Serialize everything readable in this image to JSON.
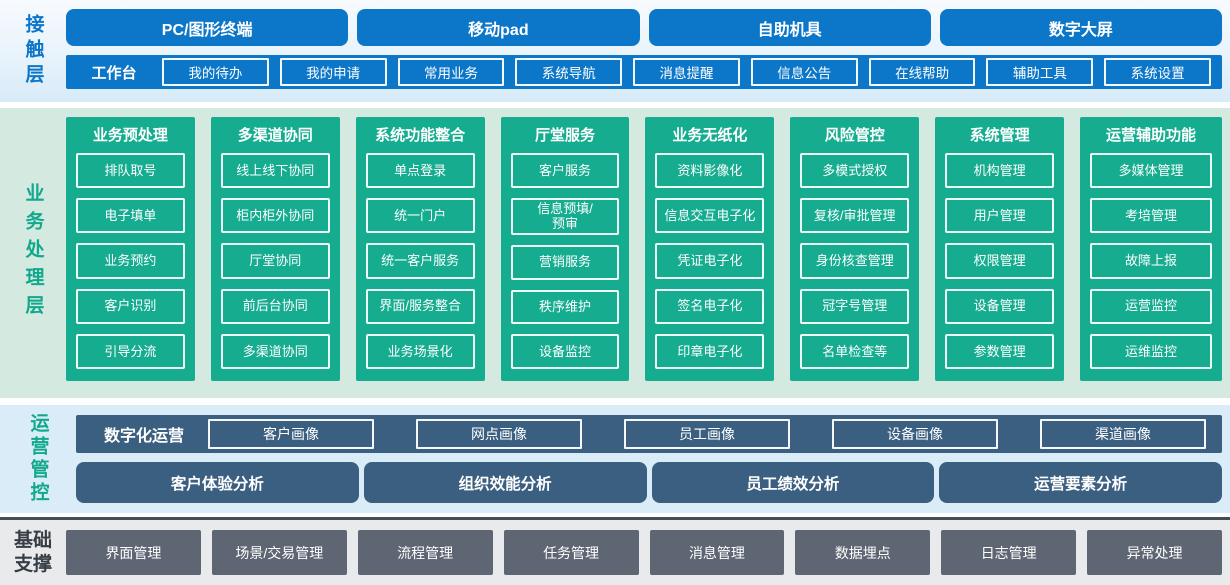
{
  "touch": {
    "label": "接触层",
    "terminals": [
      "PC/图形终端",
      "移动pad",
      "自助机具",
      "数字大屏"
    ],
    "workbench": {
      "label": "工作台",
      "items": [
        "我的待办",
        "我的申请",
        "常用业务",
        "系统导航",
        "消息提醒",
        "信息公告",
        "在线帮助",
        "辅助工具",
        "系统设置"
      ]
    }
  },
  "business": {
    "label": "业务处理层",
    "columns": [
      {
        "title": "业务预处理",
        "items": [
          "排队取号",
          "电子填单",
          "业务预约",
          "客户识别",
          "引导分流"
        ]
      },
      {
        "title": "多渠道协同",
        "items": [
          "线上线下协同",
          "柜内柜外协同",
          "厅堂协同",
          "前后台协同",
          "多渠道协同"
        ]
      },
      {
        "title": "系统功能整合",
        "items": [
          "单点登录",
          "统一门户",
          "统一客户服务",
          "界面/服务整合",
          "业务场景化"
        ]
      },
      {
        "title": "厅堂服务",
        "items": [
          "客户服务",
          "信息预填/\n预审",
          "营销服务",
          "秩序维护",
          "设备监控"
        ]
      },
      {
        "title": "业务无纸化",
        "items": [
          "资料影像化",
          "信息交互电子化",
          "凭证电子化",
          "签名电子化",
          "印章电子化"
        ]
      },
      {
        "title": "风险管控",
        "items": [
          "多模式授权",
          "复核/审批管理",
          "身份核查管理",
          "冠字号管理",
          "名单检查等"
        ]
      },
      {
        "title": "系统管理",
        "items": [
          "机构管理",
          "用户管理",
          "权限管理",
          "设备管理",
          "参数管理"
        ]
      },
      {
        "title": "运营辅助功能",
        "items": [
          "多媒体管理",
          "考培管理",
          "故障上报",
          "运营监控",
          "运维监控"
        ]
      }
    ]
  },
  "operations": {
    "label": "运营管控",
    "digital": {
      "label": "数字化运营",
      "items": [
        "客户画像",
        "网点画像",
        "员工画像",
        "设备画像",
        "渠道画像"
      ]
    },
    "analysis": [
      "客户体验分析",
      "组织效能分析",
      "员工绩效分析",
      "运营要素分析"
    ]
  },
  "base": {
    "label": "基础支撑",
    "items": [
      "界面管理",
      "场景/交易管理",
      "流程管理",
      "任务管理",
      "消息管理",
      "数据埋点",
      "日志管理",
      "异常处理"
    ]
  },
  "colors": {
    "primary_blue": "#0c77c9",
    "teal": "#15ac90",
    "slate_blue": "#3b5f80",
    "dark_gray": "#5d6672",
    "light_green_bg": "#d4eae1",
    "light_blue_bg": "#d9ecf8",
    "light_gray_bg": "#e8eaec"
  }
}
